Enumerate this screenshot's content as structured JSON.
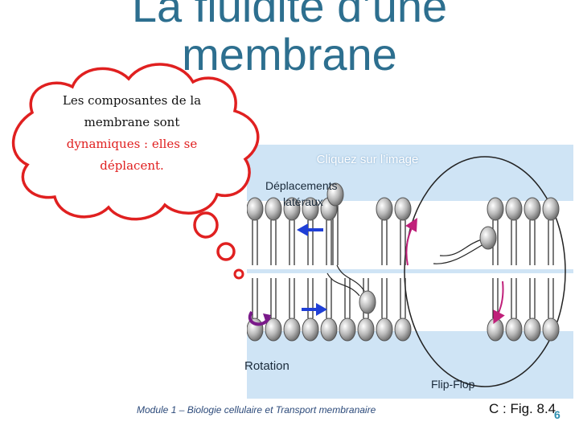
{
  "slide": {
    "title_line1": "La fluidité d’une",
    "title_line2": "membrane",
    "cloud_text": {
      "part1": "Les composantes de la membrane sont ",
      "part2": "dynamiques : elles se déplacent."
    },
    "figure": {
      "button_label": "Cliquez sur l’image",
      "lateral_line1": "Déplacements",
      "lateral_line2": "latéraux",
      "rotation_label": "Rotation",
      "flipflop_label": "Flip-Flop"
    },
    "footer": "Module 1 – Biologie cellulaire et Transport membranaire",
    "figure_ref": "C : Fig. 8.4",
    "page_number": "6",
    "colors": {
      "title": "#2d6f8f",
      "cloud_outline": "#e02020",
      "figure_bg": "#cfe4f5",
      "arrow_blue": "#1f3fd6",
      "arrow_magenta": "#c0207a",
      "rotation_arrow": "#7a1a8a"
    }
  }
}
